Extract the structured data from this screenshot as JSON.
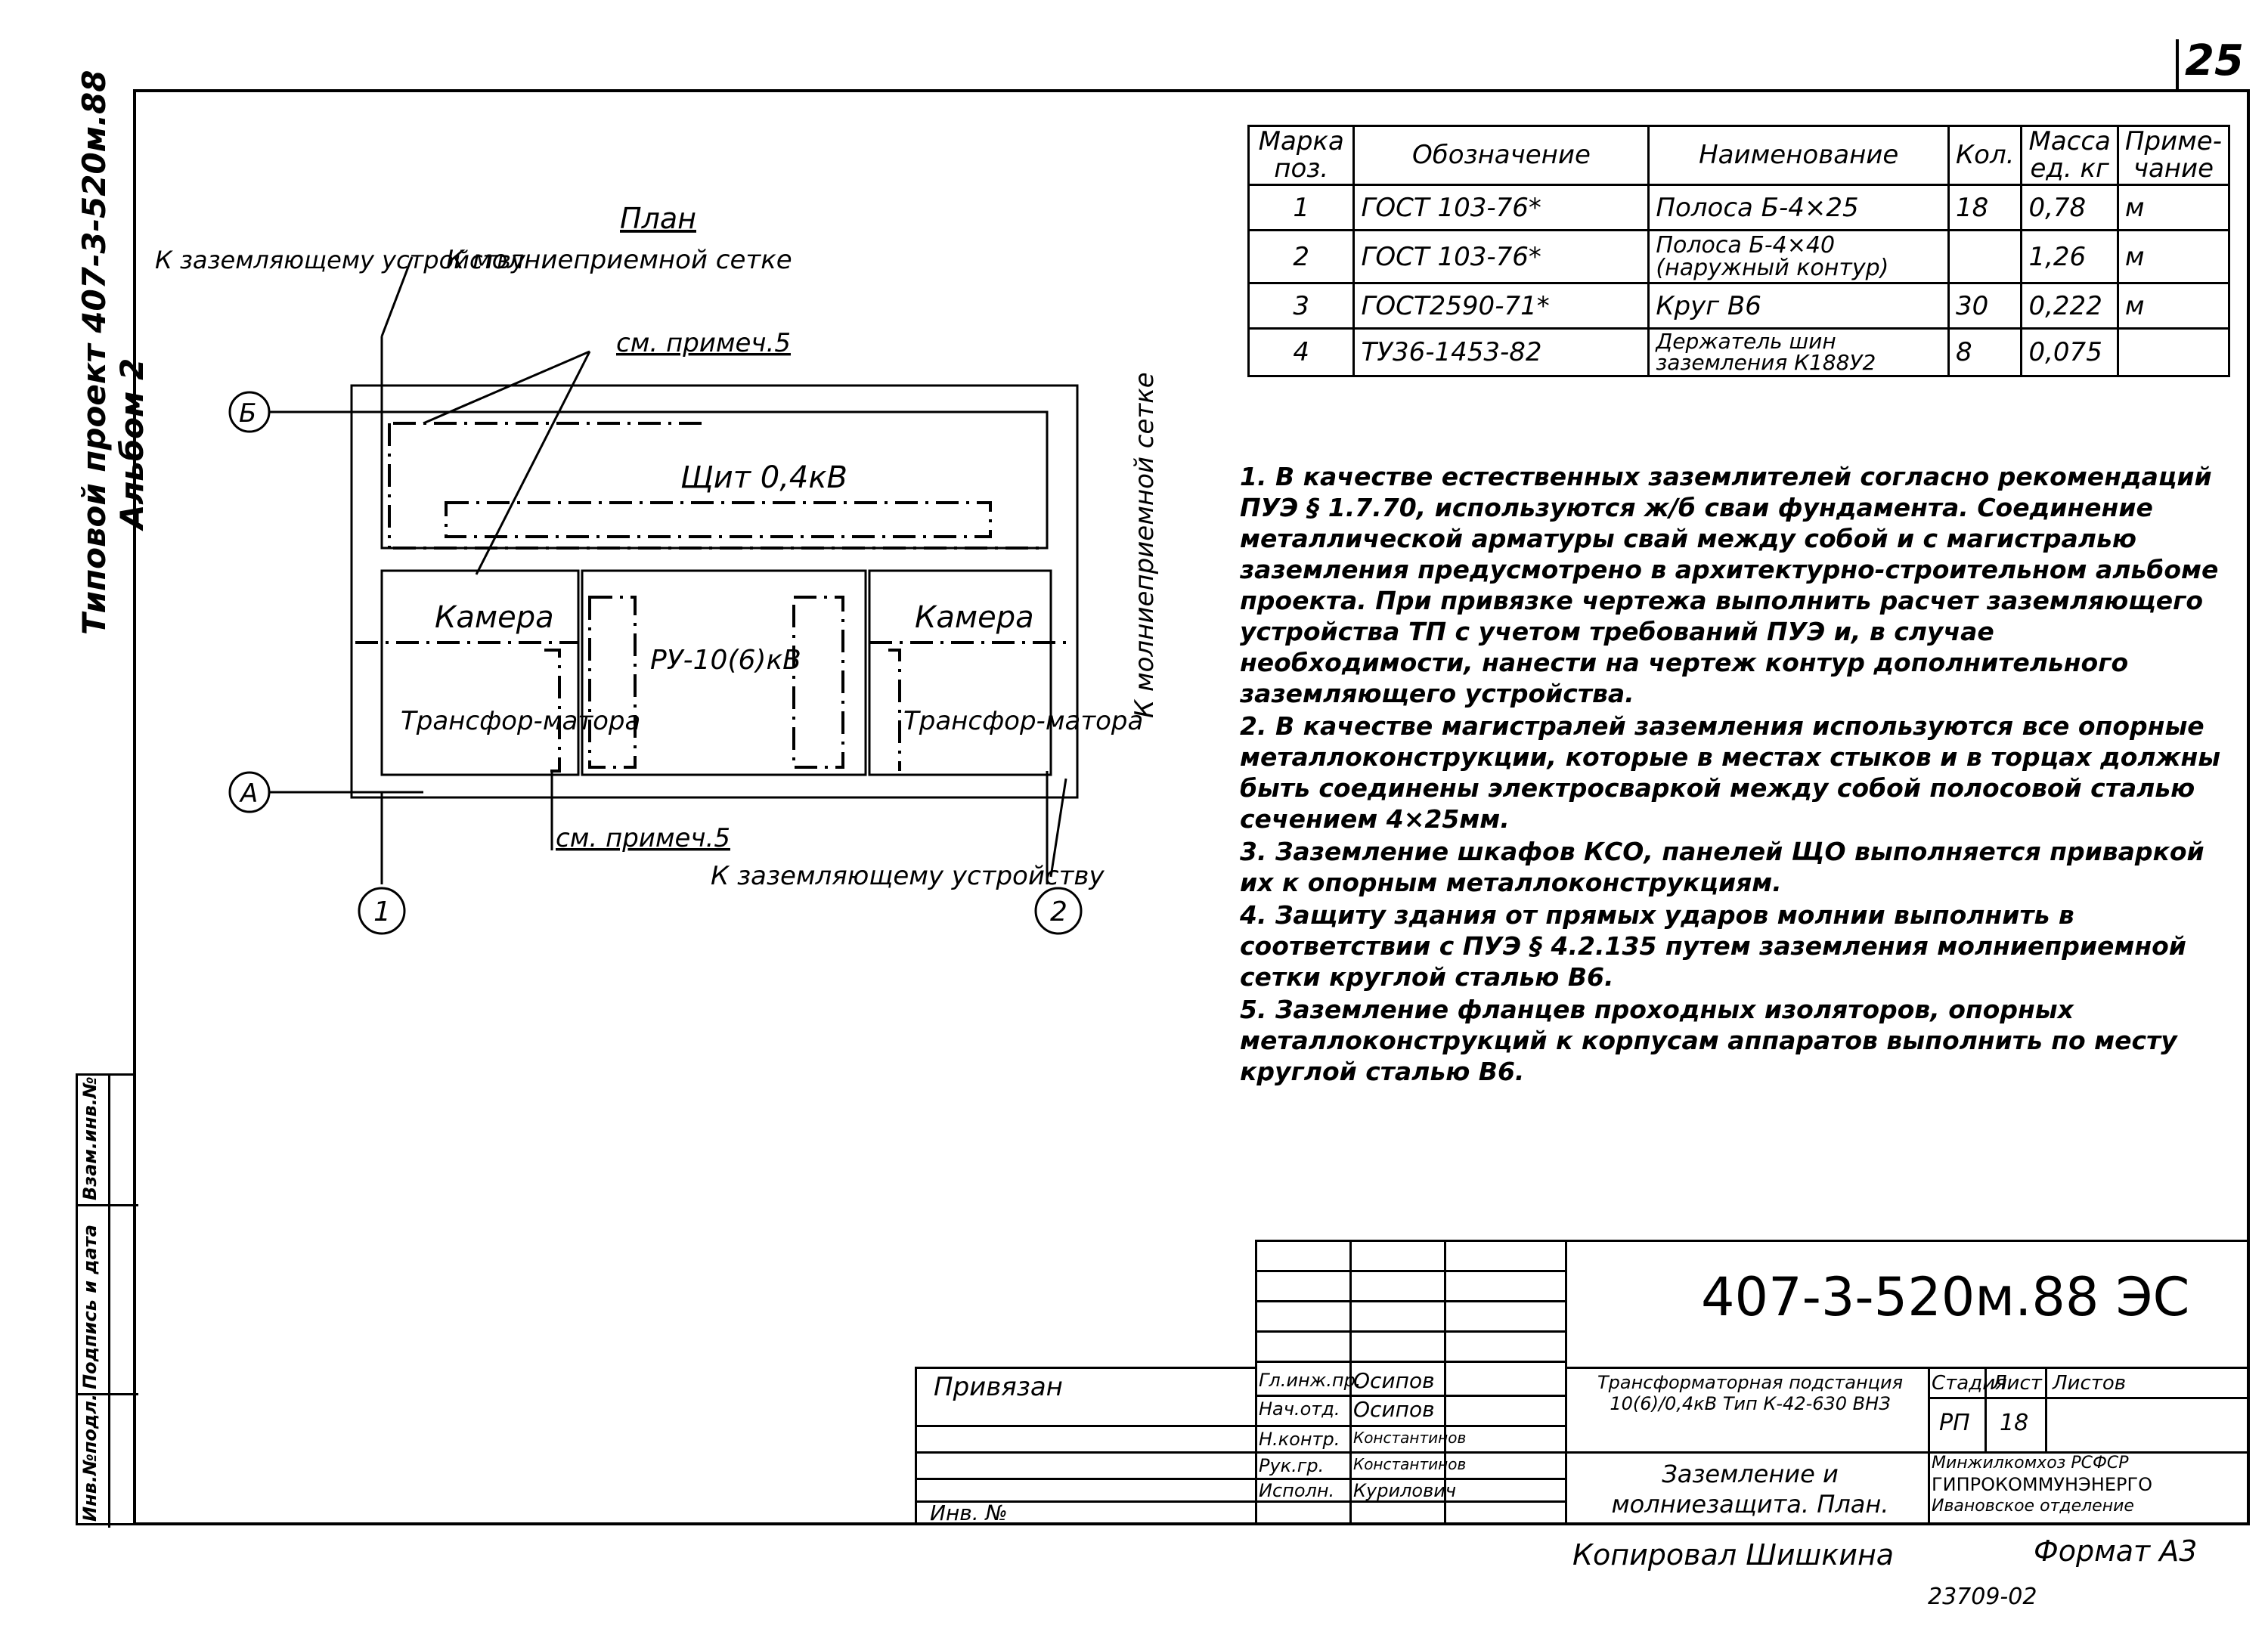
{
  "sheet_number": "25",
  "side_title": {
    "line1": "Типовой проект 407-3-520м.88",
    "line2": "Альбом 2"
  },
  "plan": {
    "title": "План",
    "label_to_grounding_top": "К заземляющему устройству",
    "label_to_lightning_top": "К молниеприемной сетке",
    "label_see_note5_top": "см. примеч.5",
    "label_panel": "Щит 0,4кВ",
    "label_chamber_left": "Камера",
    "label_chamber_right": "Камера",
    "label_transformer_left": "Трансфор-матора",
    "label_transformer_right": "Трансфор-матора",
    "label_ru": "РУ-10(6)кВ",
    "label_to_lightning_right": "К молниеприемной сетке",
    "label_see_note5_bottom": "см. примеч.5",
    "label_to_grounding_bottom": "К заземляющему устройству",
    "axis_b": "Б",
    "axis_a": "А",
    "axis_1": "1",
    "axis_2": "2"
  },
  "spec_table": {
    "headers": [
      "Марка поз.",
      "Обозначение",
      "Наименование",
      "Кол.",
      "Масса ед. кг",
      "Приме- чание"
    ],
    "rows": [
      [
        "1",
        "ГОСТ 103-76*",
        "Полоса Б-4×25",
        "18",
        "0,78",
        "м"
      ],
      [
        "2",
        "ГОСТ 103-76*",
        "Полоса Б-4×40 (наружный контур)",
        "",
        "1,26",
        "м"
      ],
      [
        "3",
        "ГОСТ2590-71*",
        "Круг В6",
        "30",
        "0,222",
        "м"
      ],
      [
        "4",
        "ТУ36-1453-82",
        "Держатель шин заземления К188У2",
        "8",
        "0,075",
        ""
      ]
    ]
  },
  "notes": [
    "1. В качестве естественных заземлителей согласно рекомендаций ПУЭ § 1.7.70, используются ж/б сваи фундамента. Соединение металлической арматуры свай между собой и с магистралью заземления предусмотрено в архитектурно-строительном альбоме проекта. При привязке чертежа выполнить расчет заземляющего устройства ТП с учетом требований ПУЭ и, в случае необходимости, нанести на чертеж контур дополнительного заземляющего устройства.",
    "2. В качестве магистралей заземления используются все опорные металлоконструкции, которые в местах стыков и в торцах должны быть соединены электросваркой между собой полосовой сталью сечением 4×25мм.",
    "3. Заземление шкафов КСО, панелей ЩО выполняется приваркой их к опорным металлоконструкциям.",
    "4. Защиту здания от прямых ударов молнии выполнить в соответствии с ПУЭ § 4.2.135 путем заземления молниеприемной сетки круглой сталью В6.",
    "5. Заземление фланцев проходных изоляторов, опорных металлоконструкций к корпусам аппаратов выполнить по месту круглой сталью В6."
  ],
  "stamp": {
    "code": "407-3-520м.88 ЭС",
    "bound": "Привязан",
    "inv_no": "Инв. №",
    "roles": [
      "Гл.инж.пр.",
      "Нач.отд.",
      "Н.контр.",
      "Рук.гр.",
      "Исполн."
    ],
    "names": [
      "Осипов",
      "Осипов",
      "Константинов",
      "Константинов",
      "Курилович"
    ],
    "object": "Трансформаторная подстанция 10(6)/0,4кВ Тип К-42-630 ВНЗ",
    "sheet_title": "Заземление и молниезащита. План.",
    "stage_label": "Стадия",
    "sheet_label": "Лист",
    "sheets_label": "Листов",
    "stage": "РП",
    "sheet": "18",
    "org1": "Минжилкомхоз РСФСР",
    "org2": "ГИПРОКОММУНЭНЕРГО",
    "org3": "Ивановское отделение"
  },
  "left_strip": [
    "Инв.№подл.",
    "Подпись и дата",
    "Взам.инв.№"
  ],
  "footer": {
    "copied": "Копировал Шишкина",
    "format": "Формат А3",
    "number": "23709-02"
  }
}
